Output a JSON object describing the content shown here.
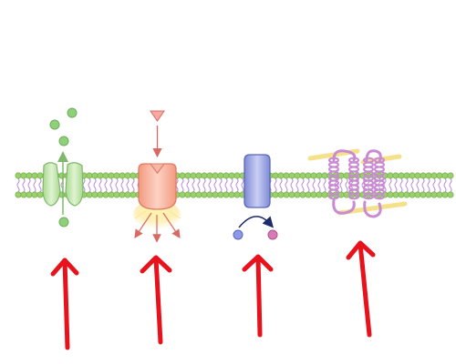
{
  "diagram": {
    "membrane": {
      "head_color": "#9bd16a",
      "head_outline": "#6fa847",
      "tail_color": "#b98ad6"
    },
    "proteins": [
      {
        "name": "transport-channel-protein",
        "body_color": "#b8e3a6",
        "outline": "#7fb86a",
        "molecule_color": "#8fd07a",
        "role": "transport"
      },
      {
        "name": "receptor-protein",
        "body_color": "#f6a48c",
        "outline": "#e07a62",
        "ligand_color": "#f6a9a0",
        "role": "receptor"
      },
      {
        "name": "enzyme-protein",
        "body_color": "#8c97dc",
        "outline": "#5a66b8",
        "substrate_color": "#8f97e6",
        "product_color": "#d77ab5",
        "role": "enzyme"
      },
      {
        "name": "cell-adhesion-protein",
        "body_color": "#c98ad3",
        "outline": "#a967b6",
        "filament_color": "#f5e18a",
        "role": "adhesion"
      }
    ],
    "pointer_arrow_color": "#e8121c"
  }
}
